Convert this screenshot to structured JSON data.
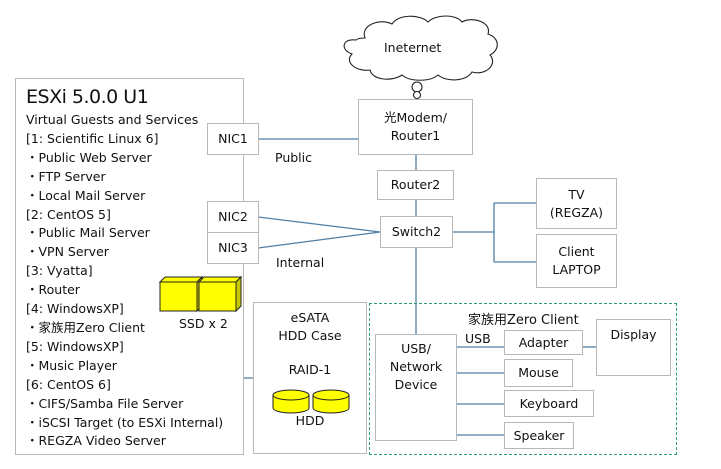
{
  "esxi": {
    "title": "ESXi 5.0.0 U1",
    "lines": [
      "Virtual Guests and Services",
      "[1: Scientific Linux 6]",
      "・Public Web Server",
      "・FTP  Server",
      "・Local Mail Server",
      "[2: CentOS 5]",
      "・Public Mail Server",
      "・VPN Server",
      "[3: Vyatta]",
      "・Router",
      "[4: WindowsXP]",
      "・家族用Zero Client",
      "[5: WindowsXP]",
      "・Music Player",
      "[6: CentOS 6]",
      "・CIFS/Samba File Server",
      "・iSCSI Target (to ESXi  Internal)",
      "・REGZA Video Server"
    ]
  },
  "ssd": {
    "label": "SSD x 2",
    "color": "#ffff00"
  },
  "nics": {
    "nic1": "NIC1",
    "nic2": "NIC2",
    "nic3": "NIC3"
  },
  "links": {
    "public": "Public",
    "internal": "Internal",
    "usb": "USB"
  },
  "internet": {
    "label": "Ineternet"
  },
  "modem": {
    "line1": "光Modem/",
    "line2": "Router1"
  },
  "router2": {
    "label": "Router2"
  },
  "switch2": {
    "label": "Switch2"
  },
  "tv": {
    "line1": "TV",
    "line2": "(REGZA)"
  },
  "laptop": {
    "line1": "Client",
    "line2": "LAPTOP"
  },
  "esata": {
    "line1": "eSATA",
    "line2": "HDD Case",
    "raid": "RAID-1",
    "hdd": "HDD",
    "color": "#ffff00"
  },
  "zero_client": {
    "title": "家族用Zero Client",
    "border_color": "#2e9d6a",
    "usb_device": {
      "line1": "USB/",
      "line2": "Network",
      "line3": "Device"
    },
    "adapter": "Adapter",
    "mouse": "Mouse",
    "keyboard": "Keyboard",
    "speaker": "Speaker",
    "display": "Display"
  },
  "colors": {
    "wire": "#4f7fa6",
    "box_border": "#b8b8b8"
  }
}
